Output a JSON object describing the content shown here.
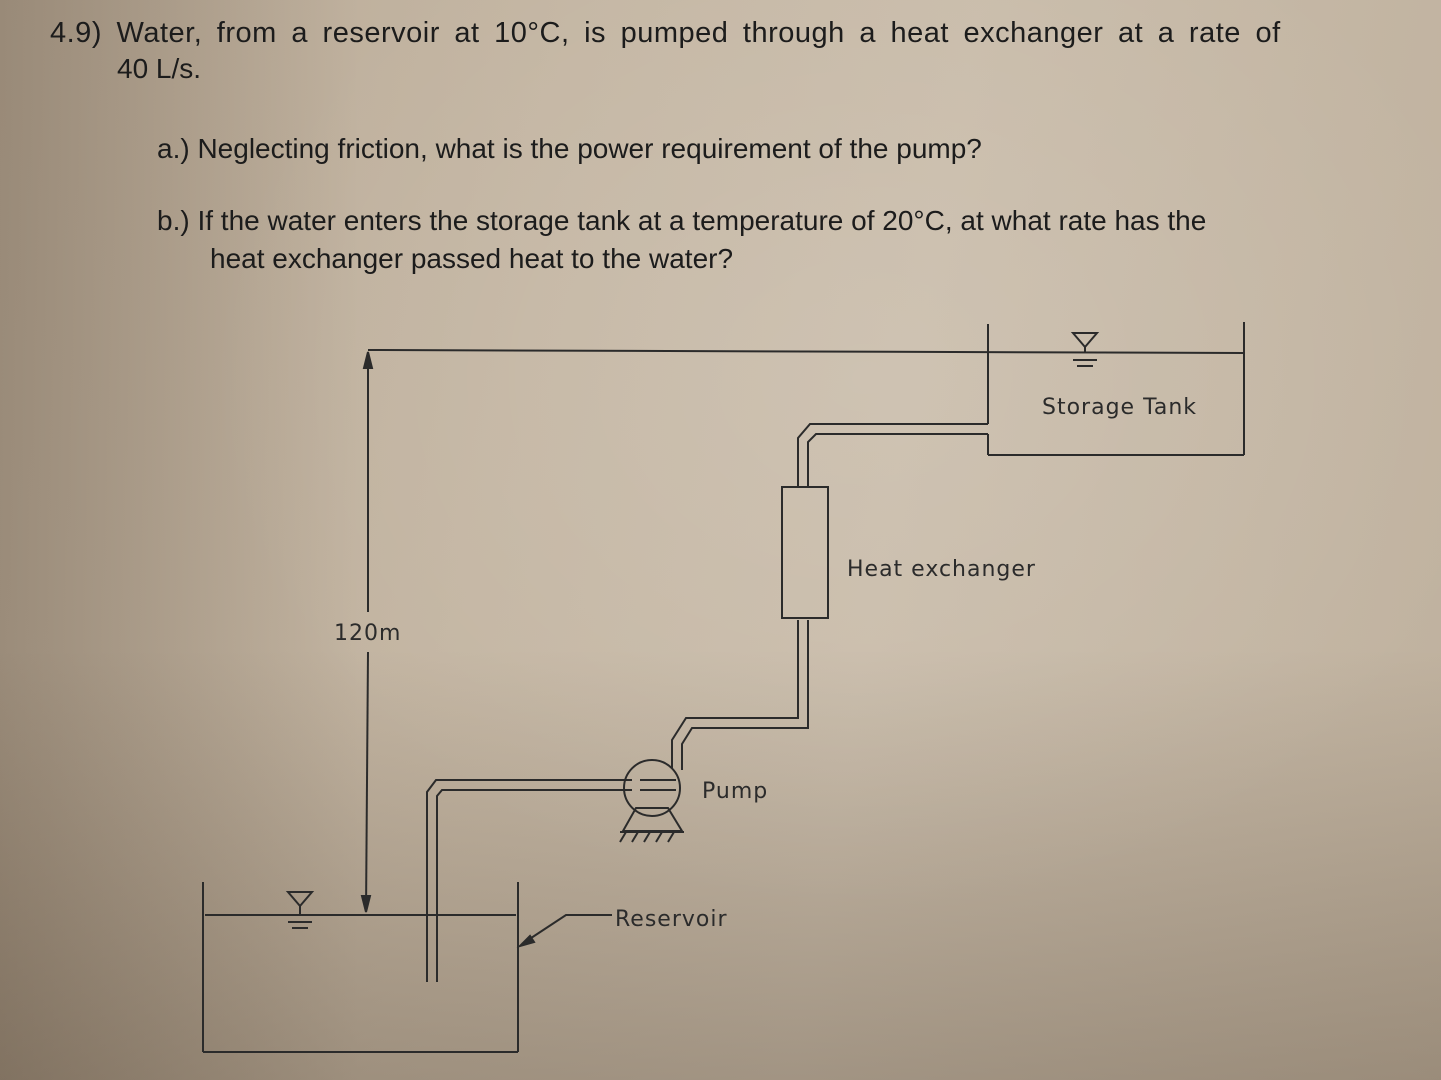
{
  "problem": {
    "title_line1": "4.9) Water, from a reservoir at 10°C, is pumped through a heat exchanger at a rate of",
    "title_line2": "40 L/s.",
    "part_a": "a.) Neglecting friction, what is the power requirement of the pump?",
    "part_b_line1": "b.) If the water enters the storage tank at a temperature of 20°C, at what rate has the",
    "part_b_line2": "heat exchanger passed heat to the water?"
  },
  "diagram": {
    "elevation_label": "120m",
    "storage_tank_label": "Storage Tank",
    "heat_exchanger_label": "Heat exchanger",
    "pump_label": "Pump",
    "reservoir_label": "Reservoir"
  },
  "colors": {
    "paper": "#c4b6a3",
    "ink": "#1c1c1c",
    "line": "#2b2b2b"
  }
}
